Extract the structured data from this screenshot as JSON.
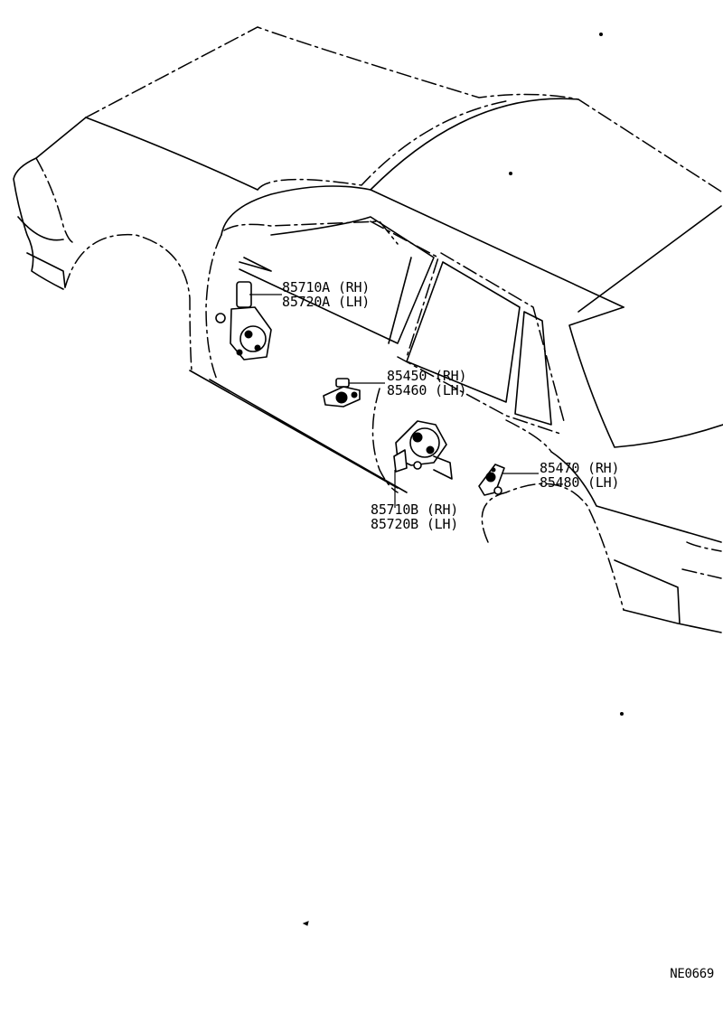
{
  "diagram": {
    "callouts": [
      {
        "id": "front-upper-motor",
        "lines": [
          "85710A (RH)",
          "85720A (LH)"
        ]
      },
      {
        "id": "front-lock-actuator",
        "lines": [
          "85450 (RH)",
          "85460 (LH)"
        ]
      },
      {
        "id": "rear-motor",
        "lines": [
          "85710B (RH)",
          "85720B (LH)"
        ]
      },
      {
        "id": "rear-lock-actuator",
        "lines": [
          "85470 (RH)",
          "85480 (LH)"
        ]
      }
    ],
    "figure_code": "NE0669"
  }
}
